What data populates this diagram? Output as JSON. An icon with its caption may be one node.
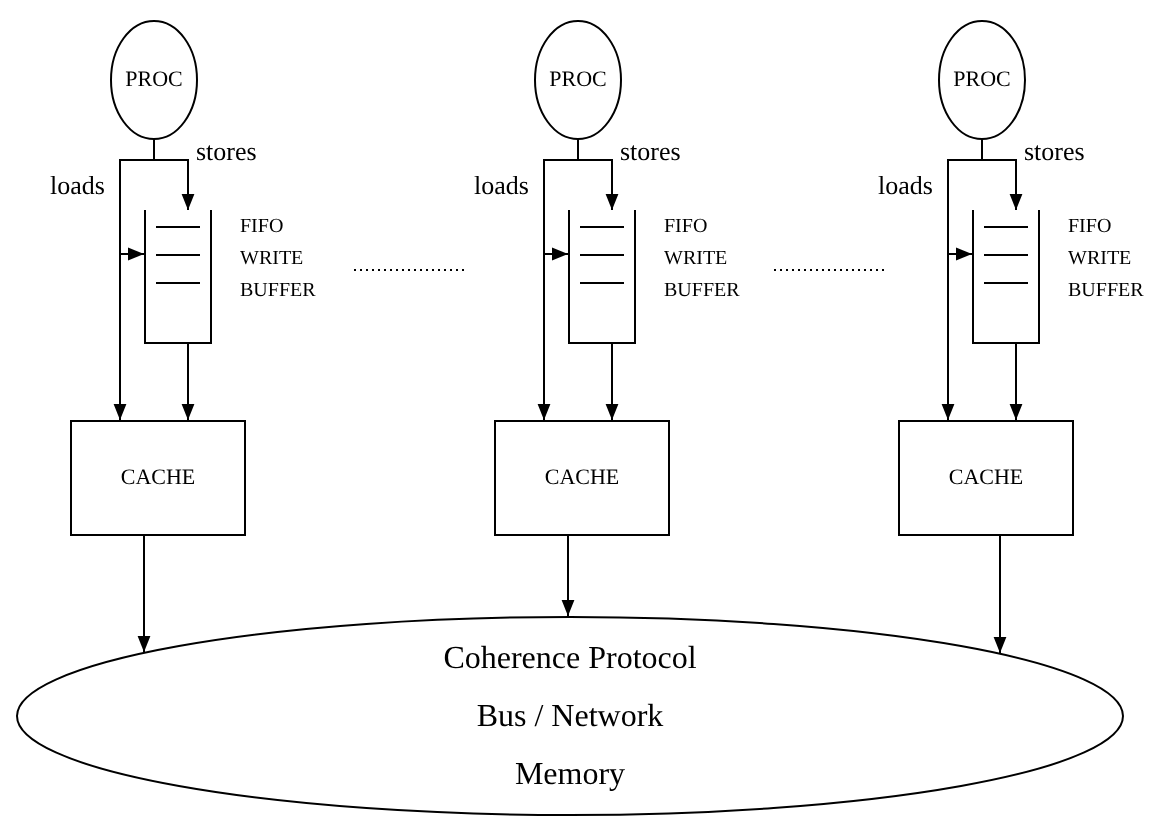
{
  "diagram": {
    "nodes": [
      {
        "text": [
          "PROC"
        ]
      },
      {
        "text": [],
        "shape": "box",
        "beside": [
          "FIFO WRITE BUFFER"
        ]
      },
      {
        "text": [
          "CACHE"
        ]
      },
      {
        "text": [
          "PROC"
        ]
      },
      {
        "text": [],
        "shape": "box",
        "beside": [
          "FIFO WRITE BUFFER"
        ]
      },
      {
        "text": [
          "CACHE"
        ]
      },
      {
        "text": [
          "PROC"
        ]
      },
      {
        "text": [],
        "shape": "box",
        "beside": [
          "FIFO WRITE BUFFER"
        ]
      },
      {
        "text": [
          "CACHE"
        ]
      },
      {
        "text": [
          "Coherence Protocol",
          "Bus / Network",
          "Memory"
        ]
      }
    ],
    "edges": [
      {
        "from": 0,
        "to": 1,
        "arrow": "to",
        "label": "stores"
      },
      {
        "from": 0,
        "to": 2,
        "arrow": "to",
        "label": "loads"
      },
      {
        "from": 0,
        "to": 1,
        "arrow": "to"
      },
      {
        "from": 1,
        "to": 2,
        "arrow": "to"
      },
      {
        "from": 2,
        "to": 9,
        "arrow": "to"
      },
      {
        "from": 3,
        "to": 4,
        "arrow": "to",
        "label": "stores"
      },
      {
        "from": 3,
        "to": 5,
        "arrow": "to",
        "label": "loads"
      },
      {
        "from": 3,
        "to": 4,
        "arrow": "to"
      },
      {
        "from": 4,
        "to": 5,
        "arrow": "to"
      },
      {
        "from": 5,
        "to": 9,
        "arrow": "to"
      },
      {
        "from": 6,
        "to": 7,
        "arrow": "to",
        "label": "stores"
      },
      {
        "from": 6,
        "to": 8,
        "arrow": "to",
        "label": "loads"
      },
      {
        "from": 6,
        "to": 7,
        "arrow": "to"
      },
      {
        "from": 7,
        "to": 8,
        "arrow": "to"
      },
      {
        "from": 8,
        "to": 9,
        "arrow": "to"
      }
    ]
  }
}
